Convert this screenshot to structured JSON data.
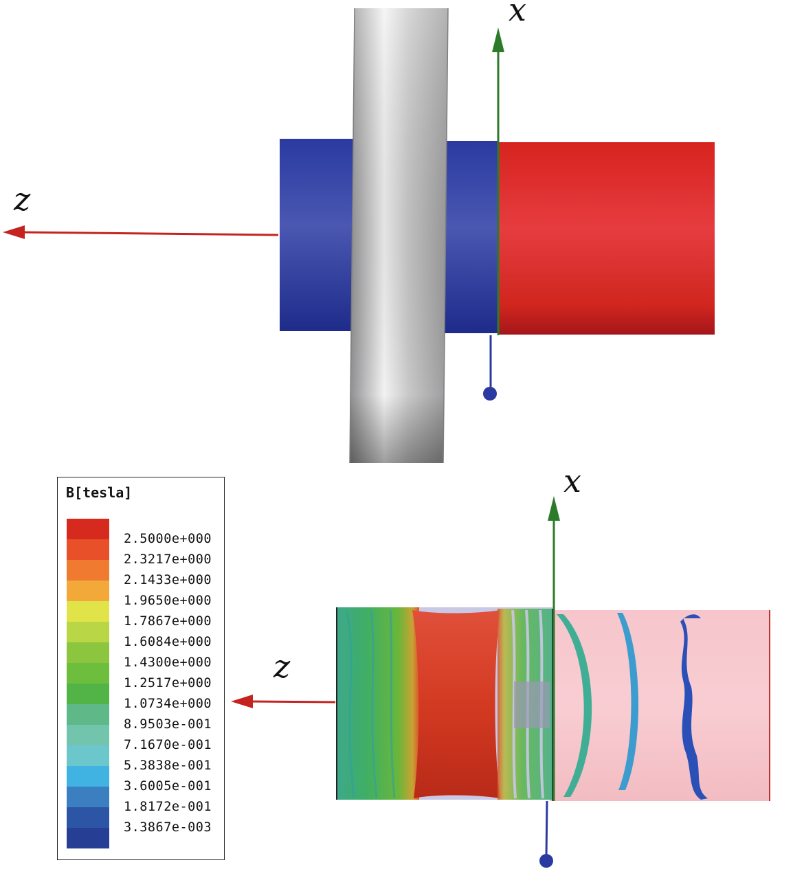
{
  "top_view": {
    "axis_x_label": "x",
    "axis_z_label": "z"
  },
  "bottom_view": {
    "axis_x_label": "x",
    "axis_z_label": "z"
  },
  "legend": {
    "title": "B[tesla]",
    "colors": [
      "#d72a1e",
      "#e8502a",
      "#f07a30",
      "#f3a83a",
      "#e1e448",
      "#b8d646",
      "#8cc63f",
      "#6cbe3c",
      "#52b447",
      "#5eb888",
      "#72c4ad",
      "#6bc7cc",
      "#41b3e3",
      "#3c7fc0",
      "#2c56a5",
      "#263f94"
    ],
    "values": [
      "2.5000e+000",
      "2.3217e+000",
      "2.1433e+000",
      "1.9650e+000",
      "1.7867e+000",
      "1.6084e+000",
      "1.4300e+000",
      "1.2517e+000",
      "1.0734e+000",
      "8.9503e-001",
      "7.1670e-001",
      "5.3838e-001",
      "3.6005e-001",
      "1.8172e-001",
      "3.3867e-003"
    ]
  }
}
